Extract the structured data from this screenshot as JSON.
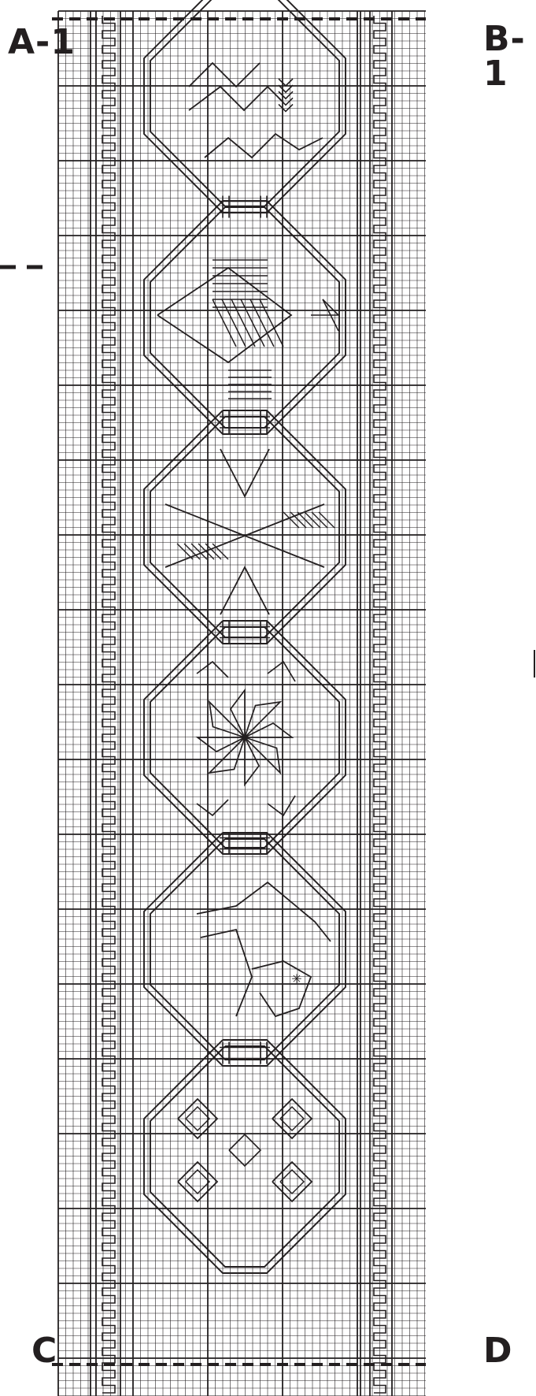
{
  "labels": {
    "top_left": "A-1",
    "top_right": "B-1",
    "bottom_left": "C",
    "bottom_right": "D"
  },
  "colors": {
    "ink": "#231f20",
    "background": "#ffffff"
  },
  "motifs": [
    {
      "name": "lizard-motif"
    },
    {
      "name": "fish-motif"
    },
    {
      "name": "butterfly-motif"
    },
    {
      "name": "flower-motif"
    },
    {
      "name": "horse-motif"
    },
    {
      "name": "knot-motif"
    }
  ]
}
